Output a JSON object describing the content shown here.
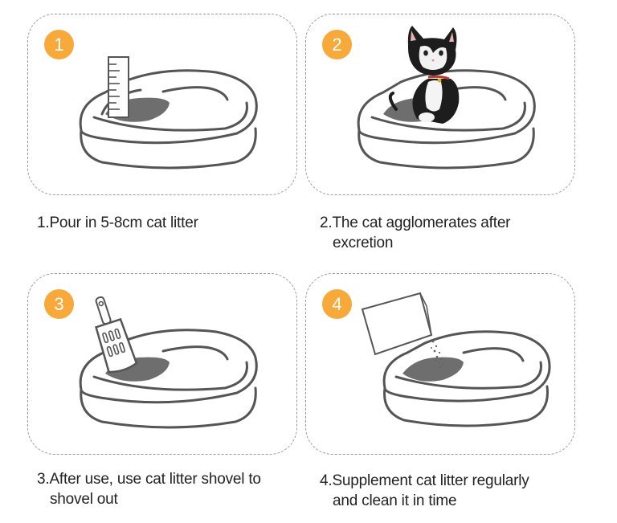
{
  "steps": [
    {
      "number": "1",
      "line1": "1.Pour in 5-8cm cat litter",
      "line2": ""
    },
    {
      "number": "2",
      "line1": "2.The cat agglomerates after",
      "line2": "excretion"
    },
    {
      "number": "3",
      "line1": "3.After use, use cat litter shovel to",
      "line2": "shovel out"
    },
    {
      "number": "4",
      "line1": "4.Supplement cat litter regularly",
      "line2": "and clean it in time"
    }
  ],
  "colors": {
    "badge": "#f7a93a",
    "outline": "#555555",
    "litter": "#6e6e6e",
    "border": "#9a9a9a"
  },
  "icons": [
    "ruler-icon",
    "cat-icon",
    "litter-scoop-icon",
    "litter-bag-icon",
    "litter-box-icon"
  ]
}
